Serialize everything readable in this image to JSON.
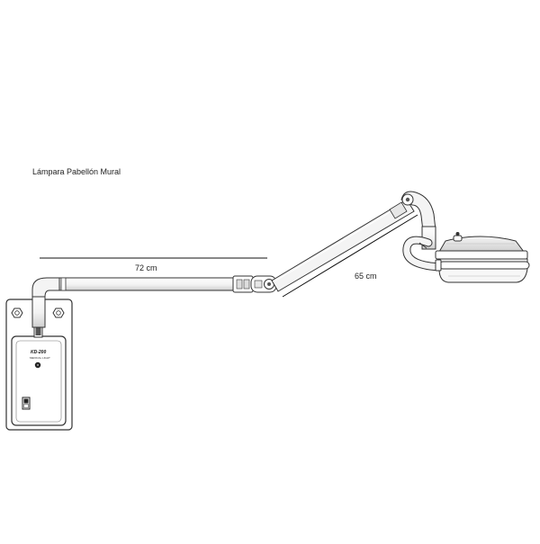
{
  "title": "Lámpara Pabellón Mural",
  "dimensions": {
    "horizontal_arm": "72 cm",
    "inclined_arm": "65 cm"
  },
  "control_box": {
    "model": "KD-200",
    "subtitle": "MEDICAL LIGHT"
  }
}
